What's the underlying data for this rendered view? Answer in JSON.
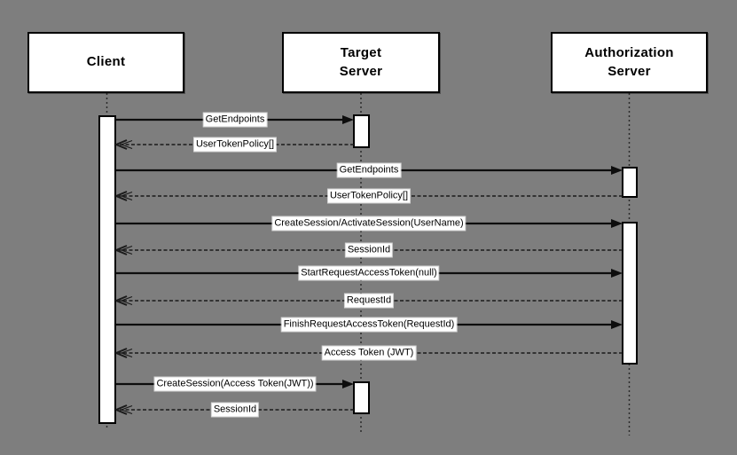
{
  "diagram": {
    "type": "uml-sequence",
    "actors": [
      {
        "id": "client",
        "label": "Client"
      },
      {
        "id": "target-server",
        "label": "Target\nServer"
      },
      {
        "id": "authorization-server",
        "label": "Authorization\nServer"
      }
    ],
    "messages": [
      {
        "label": "GetEndpoints",
        "from": "Client",
        "to": "Target Server",
        "style": "solid-request"
      },
      {
        "label": "UserTokenPolicy[]",
        "from": "Target Server",
        "to": "Client",
        "style": "dashed-return"
      },
      {
        "label": "GetEndpoints",
        "from": "Client",
        "to": "Authorization Server",
        "style": "solid-request"
      },
      {
        "label": "UserTokenPolicy[]",
        "from": "Authorization Server",
        "to": "Client",
        "style": "dashed-return"
      },
      {
        "label": "CreateSession/ActivateSession(UserName)",
        "from": "Client",
        "to": "Authorization Server",
        "style": "solid-request"
      },
      {
        "label": "SessionId",
        "from": "Authorization Server",
        "to": "Client",
        "style": "dashed-return"
      },
      {
        "label": "StartRequestAccessToken(null)",
        "from": "Client",
        "to": "Authorization Server",
        "style": "solid-request"
      },
      {
        "label": "RequestId",
        "from": "Authorization Server",
        "to": "Client",
        "style": "dashed-return"
      },
      {
        "label": "FinishRequestAccessToken(RequestId)",
        "from": "Client",
        "to": "Authorization Server",
        "style": "solid-request"
      },
      {
        "label": "Access Token (JWT)",
        "from": "Authorization Server",
        "to": "Client",
        "style": "dashed-return"
      },
      {
        "label": "CreateSession(Access Token(JWT))",
        "from": "Client",
        "to": "Target Server",
        "style": "solid-request"
      },
      {
        "label": "SessionId",
        "from": "Target Server",
        "to": "Client",
        "style": "dashed-return"
      }
    ],
    "colors": {
      "background": "#7e7e7e",
      "box_fill": "#ffffff",
      "line": "#0d0d0d"
    }
  }
}
